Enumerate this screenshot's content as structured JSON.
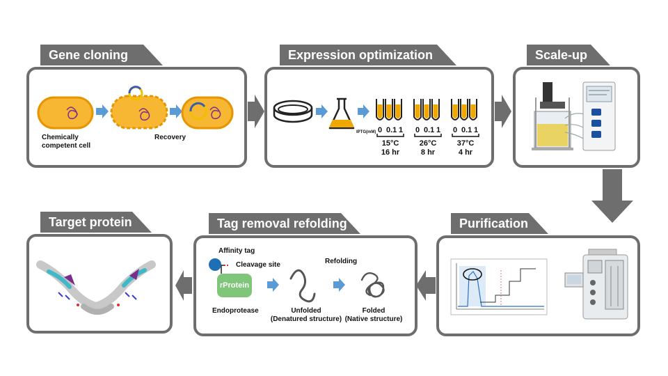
{
  "stages": {
    "gene_cloning": {
      "title": "Gene cloning",
      "chemically_competent_label": "Chemically\ncompetent cell",
      "recovery_label": "Recovery"
    },
    "expression": {
      "title": "Expression optimization",
      "iptg_label": "IPTG(mM)",
      "conditions": [
        {
          "iptg": [
            "0",
            "0.1",
            "1"
          ],
          "temp": "15°C",
          "time": "16 hr"
        },
        {
          "iptg": [
            "0",
            "0.1",
            "1"
          ],
          "temp": "26°C",
          "time": "8 hr"
        },
        {
          "iptg": [
            "0",
            "0.1",
            "1"
          ],
          "temp": "37°C",
          "time": "4 hr"
        }
      ]
    },
    "scale_up": {
      "title": "Scale-up"
    },
    "purification": {
      "title": "Purification"
    },
    "tag_removal": {
      "title": "Tag removal refolding",
      "affinity_tag": "Affinity tag",
      "cleavage_site": "Cleavage site",
      "rprotein": "rProtein",
      "endoprotease": "Endoprotease",
      "unfolded": "Unfolded\n(Denatured structure)",
      "refolding": "Refolding",
      "folded": "Folded\n(Native structure)"
    },
    "target_protein": {
      "title": "Target protein"
    }
  },
  "colors": {
    "panel_border": "#6e6e6e",
    "cell_orange": "#f0a800",
    "cell_fill": "#f7b733",
    "flow_arrow": "#5b9bd5",
    "dna_purple": "#7b2d8e",
    "rprotein_green": "#7fc57a",
    "affinity_tag_blue": "#1f6fb5"
  }
}
